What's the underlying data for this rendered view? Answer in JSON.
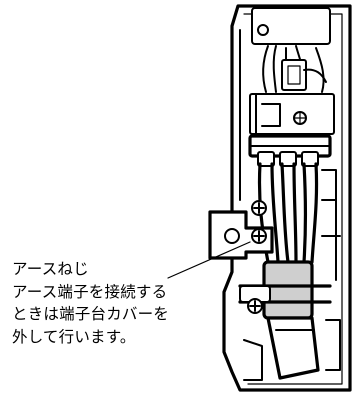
{
  "callout": {
    "title": "アースねじ",
    "lines": [
      "アース端子を接続する",
      "ときは端子台カバーを",
      "外して行います。"
    ]
  }
}
